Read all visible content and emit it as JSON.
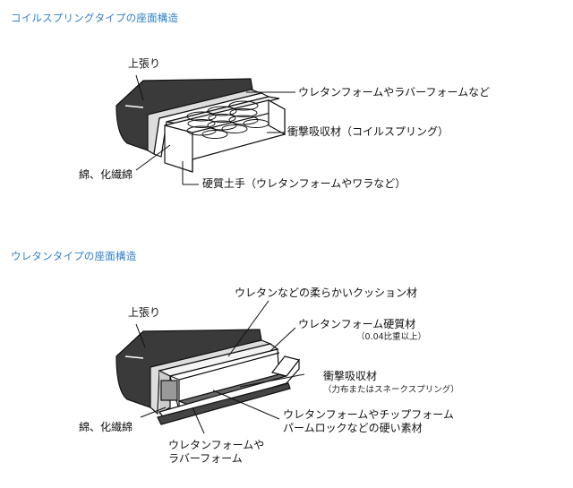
{
  "coil": {
    "title": "コイルスプリングタイプの座面構造",
    "labels": {
      "upholstery": "上張り",
      "cotton": "綿、化繊綿",
      "top_layer": "ウレタンフォームやラバーフォームなど",
      "cushion": "衝撃吸収材（コイルスプリング）",
      "base": "硬質土手（ウレタンフォームやワラなど）"
    }
  },
  "urethane": {
    "title": "ウレタンタイプの座面構造",
    "labels": {
      "upholstery": "上張り",
      "cotton": "綿、化繊綿",
      "soft": "ウレタンなどの柔らかいクッション材",
      "hard": "ウレタンフォーム硬質材",
      "hard_note": "（0.04比重以上）",
      "shock": "衝撃吸収材",
      "shock_note": "（力布またはスネークスプリング）",
      "chip_line1": "ウレタンフォームやチップフォーム",
      "chip_line2": "パームロックなどの硬い素材",
      "rubber_line1": "ウレタンフォームや",
      "rubber_line2": "ラバーフォーム"
    }
  }
}
